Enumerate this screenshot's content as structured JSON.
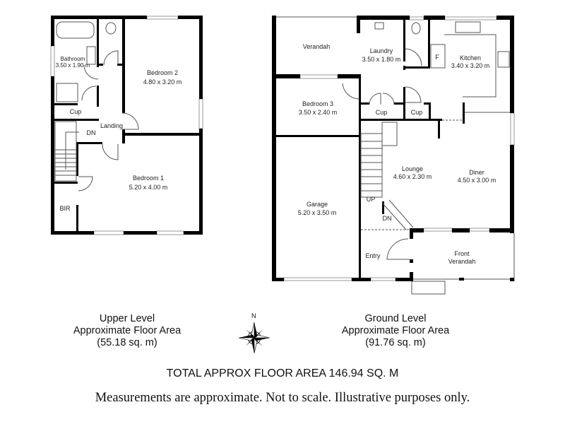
{
  "upper": {
    "rooms": [
      {
        "name": "Bathroom",
        "size": "3.50 x 1.90 m"
      },
      {
        "name": "Bedroom 2",
        "size": "4.80 x 3.20 m"
      },
      {
        "name": "Bedroom 1",
        "size": "5.20 x 4.00 m"
      }
    ],
    "labels": {
      "cup": "Cup",
      "landing": "Landing",
      "dn": "DN",
      "bir": "BIR"
    },
    "caption": {
      "line1": "Upper Level",
      "line2": "Approximate Floor Area",
      "line3": "(55.18 sq. m)"
    }
  },
  "ground": {
    "rooms": [
      {
        "name": "Laundry",
        "size": "3.50 x 1.80 m"
      },
      {
        "name": "Kitchen",
        "size": "3.40 x 3.20 m"
      },
      {
        "name": "Bedroom 3",
        "size": "3.50 x 2.40 m"
      },
      {
        "name": "Lounge",
        "size": "4.60 x 2.30 m"
      },
      {
        "name": "Diner",
        "size": "4.50 x 3.00 m"
      },
      {
        "name": "Garage",
        "size": "5.20 x 3.50 m"
      }
    ],
    "labels": {
      "verandah": "Verandah",
      "cup": "Cup",
      "fridge": "F",
      "up": "UP",
      "dn": "DN",
      "entry": "Entry",
      "front1": "Front",
      "front2": "Verandah"
    },
    "caption": {
      "line1": "Ground Level",
      "line2": "Approximate Floor Area",
      "line3": "(91.76 sq. m)"
    }
  },
  "compass": {
    "north": "N"
  },
  "total": "TOTAL APPROX FLOOR AREA 146.94 SQ. M",
  "disclaimer": "Measurements are approximate. Not to scale. Illustrative purposes only."
}
